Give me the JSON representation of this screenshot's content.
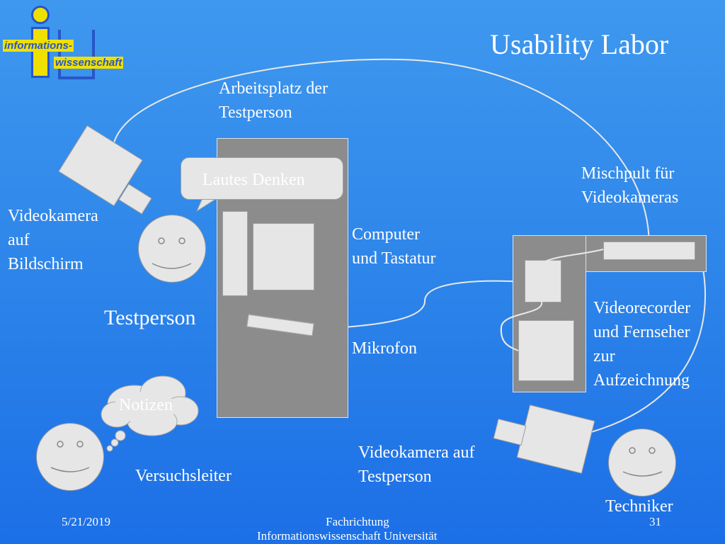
{
  "slide": {
    "title": "Usability Labor",
    "logo": {
      "line1": "informations-",
      "line2": "wissenschaft",
      "letters": "IW"
    },
    "labels": {
      "arbeitsplatz_1": "Arbeitsplatz der",
      "arbeitsplatz_2": "Testperson",
      "lautes_denken": "Lautes Denken",
      "mischpult_1": "Mischpult für",
      "mischpult_2": "Videokameras",
      "videokamera_bildschirm_1": "Videokamera",
      "videokamera_bildschirm_2": "auf",
      "videokamera_bildschirm_3": "Bildschirm",
      "computer_1": "Computer",
      "computer_2": "und Tastatur",
      "testperson": "Testperson",
      "videorecorder_1": "Videorecorder",
      "videorecorder_2": "und Fernseher",
      "videorecorder_3": "zur",
      "videorecorder_4": "Aufzeichnung",
      "mikrofon": "Mikrofon",
      "notizen": "Notizen",
      "videokamera_testperson_1": "Videokamera auf",
      "videokamera_testperson_2": "Testperson",
      "versuchsleiter": "Versuchsleiter",
      "techniker": "Techniker"
    },
    "footer": {
      "date": "5/21/2019",
      "center_1": "Fachrichtung",
      "center_2": "Informationswissenschaft Universität",
      "page": "31"
    },
    "colors": {
      "background_top": "#3f98ee",
      "background_bottom": "#1c6fe6",
      "device_grey": "#8c8c8c",
      "device_light": "#e6e6e6",
      "logo_yellow": "#f0e000",
      "logo_blue": "#2856c8"
    }
  }
}
